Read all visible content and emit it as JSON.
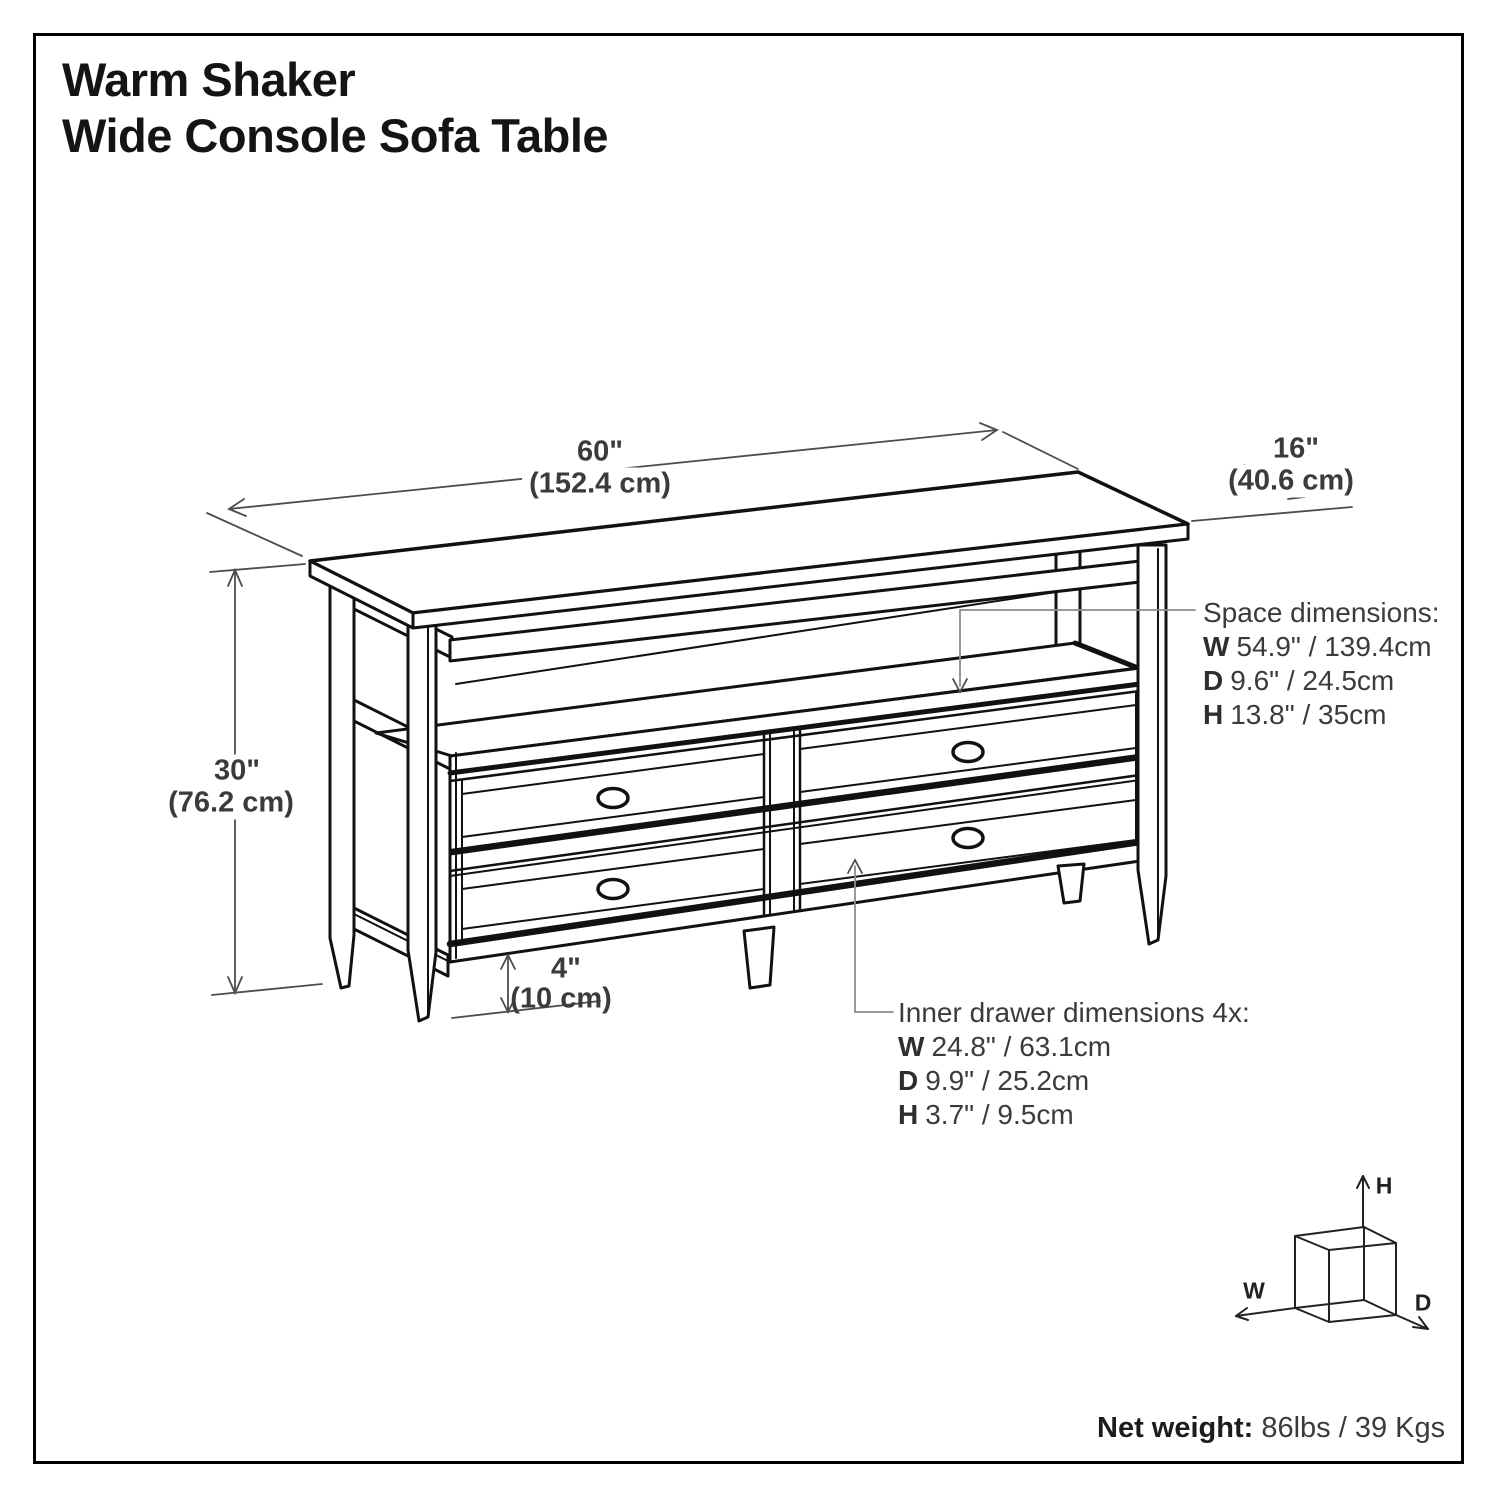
{
  "title": {
    "line1": "Warm Shaker",
    "line2": "Wide Console Sofa Table"
  },
  "dimensions": {
    "width": {
      "inches": "60\"",
      "metric": "(152.4 cm)"
    },
    "depth": {
      "inches": "16\"",
      "metric": "(40.6 cm)"
    },
    "height": {
      "inches": "30\"",
      "metric": "(76.2 cm)"
    },
    "clearance": {
      "inches": "4\"",
      "metric": "(10 cm)"
    }
  },
  "space_dimensions": {
    "heading": "Space dimensions:",
    "rows": [
      {
        "key": "W",
        "value": "54.9\" / 139.4cm"
      },
      {
        "key": "D",
        "value": "9.6\" / 24.5cm"
      },
      {
        "key": "H",
        "value": "13.8\" / 35cm"
      }
    ]
  },
  "inner_drawer_dimensions": {
    "heading": "Inner drawer dimensions 4x:",
    "rows": [
      {
        "key": "W",
        "value": "24.8\" / 63.1cm"
      },
      {
        "key": "D",
        "value": "9.9\" / 25.2cm"
      },
      {
        "key": "H",
        "value": "3.7\" / 9.5cm"
      }
    ]
  },
  "axis_cube": {
    "w": "W",
    "h": "H",
    "d": "D"
  },
  "net_weight": {
    "label": "Net weight:",
    "value": "86lbs / 39 Kgs"
  },
  "colors": {
    "furniture_line": "#111111",
    "dimension_line": "#4d4d4d",
    "leader_line": "#8c8c8c",
    "text": "#3b3b3b",
    "background": "#ffffff"
  }
}
